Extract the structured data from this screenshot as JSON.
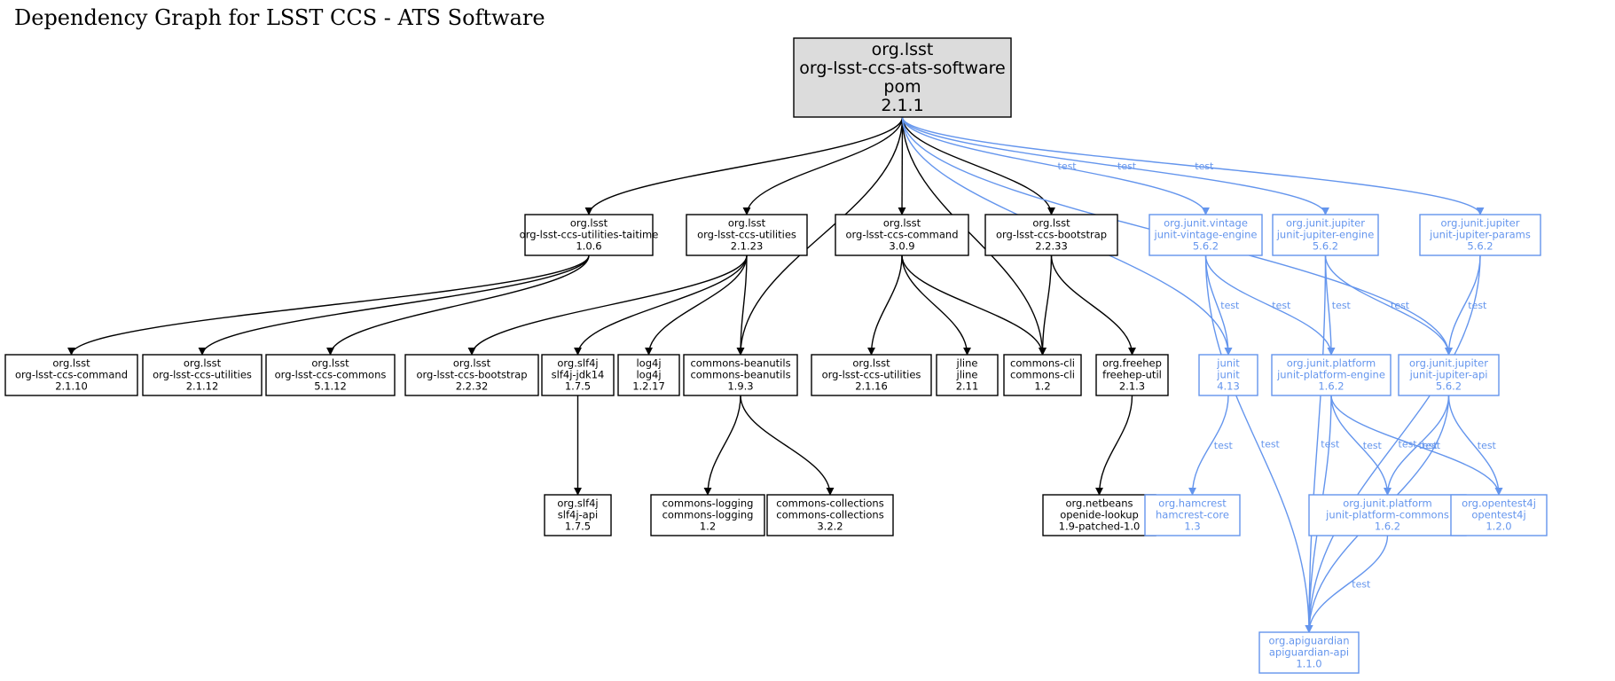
{
  "title": "Dependency Graph for LSST CCS - ATS Software",
  "colors": {
    "compile": "#000000",
    "test": "#6495ed",
    "root_fill": "#dcdcdc"
  },
  "nodes": [
    {
      "id": "root",
      "lines": [
        "org.lsst",
        "org-lsst-ccs-ats-software",
        "pom",
        "2.1.1"
      ],
      "scope": "root"
    },
    {
      "id": "util-taitime",
      "lines": [
        "org.lsst",
        "org-lsst-ccs-utilities-taitime",
        "1.0.6"
      ],
      "scope": "compile"
    },
    {
      "id": "util-2123",
      "lines": [
        "org.lsst",
        "org-lsst-ccs-utilities",
        "2.1.23"
      ],
      "scope": "compile"
    },
    {
      "id": "command-309",
      "lines": [
        "org.lsst",
        "org-lsst-ccs-command",
        "3.0.9"
      ],
      "scope": "compile"
    },
    {
      "id": "bootstrap-2233",
      "lines": [
        "org.lsst",
        "org-lsst-ccs-bootstrap",
        "2.2.33"
      ],
      "scope": "compile"
    },
    {
      "id": "vintage-engine",
      "lines": [
        "org.junit.vintage",
        "junit-vintage-engine",
        "5.6.2"
      ],
      "scope": "test"
    },
    {
      "id": "jupiter-engine",
      "lines": [
        "org.junit.jupiter",
        "junit-jupiter-engine",
        "5.6.2"
      ],
      "scope": "test"
    },
    {
      "id": "jupiter-params",
      "lines": [
        "org.junit.jupiter",
        "junit-jupiter-params",
        "5.6.2"
      ],
      "scope": "test"
    },
    {
      "id": "command-2110",
      "lines": [
        "org.lsst",
        "org-lsst-ccs-command",
        "2.1.10"
      ],
      "scope": "compile"
    },
    {
      "id": "util-2112",
      "lines": [
        "org.lsst",
        "org-lsst-ccs-utilities",
        "2.1.12"
      ],
      "scope": "compile"
    },
    {
      "id": "commons-5112",
      "lines": [
        "org.lsst",
        "org-lsst-ccs-commons",
        "5.1.12"
      ],
      "scope": "compile"
    },
    {
      "id": "bootstrap-2232",
      "lines": [
        "org.lsst",
        "org-lsst-ccs-bootstrap",
        "2.2.32"
      ],
      "scope": "compile"
    },
    {
      "id": "slf4j-jdk14",
      "lines": [
        "org.slf4j",
        "slf4j-jdk14",
        "1.7.5"
      ],
      "scope": "compile"
    },
    {
      "id": "log4j",
      "lines": [
        "log4j",
        "log4j",
        "1.2.17"
      ],
      "scope": "compile"
    },
    {
      "id": "beanutils",
      "lines": [
        "commons-beanutils",
        "commons-beanutils",
        "1.9.3"
      ],
      "scope": "compile"
    },
    {
      "id": "util-2116",
      "lines": [
        "org.lsst",
        "org-lsst-ccs-utilities",
        "2.1.16"
      ],
      "scope": "compile"
    },
    {
      "id": "jline",
      "lines": [
        "jline",
        "jline",
        "2.11"
      ],
      "scope": "compile"
    },
    {
      "id": "commons-cli",
      "lines": [
        "commons-cli",
        "commons-cli",
        "1.2"
      ],
      "scope": "compile"
    },
    {
      "id": "freehep-util",
      "lines": [
        "org.freehep",
        "freehep-util",
        "2.1.3"
      ],
      "scope": "compile"
    },
    {
      "id": "junit",
      "lines": [
        "junit",
        "junit",
        "4.13"
      ],
      "scope": "test"
    },
    {
      "id": "platform-engine",
      "lines": [
        "org.junit.platform",
        "junit-platform-engine",
        "1.6.2"
      ],
      "scope": "test"
    },
    {
      "id": "jupiter-api",
      "lines": [
        "org.junit.jupiter",
        "junit-jupiter-api",
        "5.6.2"
      ],
      "scope": "test"
    },
    {
      "id": "slf4j-api",
      "lines": [
        "org.slf4j",
        "slf4j-api",
        "1.7.5"
      ],
      "scope": "compile"
    },
    {
      "id": "commons-logging",
      "lines": [
        "commons-logging",
        "commons-logging",
        "1.2"
      ],
      "scope": "compile"
    },
    {
      "id": "commons-collections",
      "lines": [
        "commons-collections",
        "commons-collections",
        "3.2.2"
      ],
      "scope": "compile"
    },
    {
      "id": "openide-lookup",
      "lines": [
        "org.netbeans",
        "openide-lookup",
        "1.9-patched-1.0"
      ],
      "scope": "compile"
    },
    {
      "id": "hamcrest",
      "lines": [
        "org.hamcrest",
        "hamcrest-core",
        "1.3"
      ],
      "scope": "test"
    },
    {
      "id": "platform-commons",
      "lines": [
        "org.junit.platform",
        "junit-platform-commons",
        "1.6.2"
      ],
      "scope": "test"
    },
    {
      "id": "opentest4j",
      "lines": [
        "org.opentest4j",
        "opentest4j",
        "1.2.0"
      ],
      "scope": "test"
    },
    {
      "id": "apiguardian",
      "lines": [
        "org.apiguardian",
        "apiguardian-api",
        "1.1.0"
      ],
      "scope": "test"
    }
  ],
  "edges": [
    {
      "from": "root",
      "to": "util-taitime",
      "scope": "compile",
      "label": ""
    },
    {
      "from": "root",
      "to": "util-2123",
      "scope": "compile",
      "label": ""
    },
    {
      "from": "root",
      "to": "beanutils",
      "scope": "compile",
      "label": ""
    },
    {
      "from": "root",
      "to": "command-309",
      "scope": "compile",
      "label": ""
    },
    {
      "from": "root",
      "to": "commons-cli",
      "scope": "compile",
      "label": ""
    },
    {
      "from": "root",
      "to": "bootstrap-2233",
      "scope": "compile",
      "label": ""
    },
    {
      "from": "root",
      "to": "junit",
      "scope": "test",
      "label": "test"
    },
    {
      "from": "root",
      "to": "vintage-engine",
      "scope": "test",
      "label": "test"
    },
    {
      "from": "root",
      "to": "jupiter-engine",
      "scope": "test",
      "label": "test"
    },
    {
      "from": "root",
      "to": "jupiter-api",
      "scope": "test",
      "label": "test"
    },
    {
      "from": "root",
      "to": "jupiter-params",
      "scope": "test",
      "label": "test"
    },
    {
      "from": "util-taitime",
      "to": "command-2110",
      "scope": "compile",
      "label": ""
    },
    {
      "from": "util-taitime",
      "to": "util-2112",
      "scope": "compile",
      "label": ""
    },
    {
      "from": "util-taitime",
      "to": "commons-5112",
      "scope": "compile",
      "label": ""
    },
    {
      "from": "util-2123",
      "to": "bootstrap-2232",
      "scope": "compile",
      "label": ""
    },
    {
      "from": "util-2123",
      "to": "slf4j-jdk14",
      "scope": "compile",
      "label": ""
    },
    {
      "from": "util-2123",
      "to": "log4j",
      "scope": "compile",
      "label": ""
    },
    {
      "from": "util-2123",
      "to": "beanutils",
      "scope": "compile",
      "label": ""
    },
    {
      "from": "command-309",
      "to": "util-2116",
      "scope": "compile",
      "label": ""
    },
    {
      "from": "command-309",
      "to": "jline",
      "scope": "compile",
      "label": ""
    },
    {
      "from": "command-309",
      "to": "commons-cli",
      "scope": "compile",
      "label": ""
    },
    {
      "from": "bootstrap-2233",
      "to": "commons-cli",
      "scope": "compile",
      "label": ""
    },
    {
      "from": "bootstrap-2233",
      "to": "freehep-util",
      "scope": "compile",
      "label": ""
    },
    {
      "from": "slf4j-jdk14",
      "to": "slf4j-api",
      "scope": "compile",
      "label": ""
    },
    {
      "from": "beanutils",
      "to": "commons-logging",
      "scope": "compile",
      "label": ""
    },
    {
      "from": "beanutils",
      "to": "commons-collections",
      "scope": "compile",
      "label": ""
    },
    {
      "from": "freehep-util",
      "to": "openide-lookup",
      "scope": "compile",
      "label": ""
    },
    {
      "from": "vintage-engine",
      "to": "junit",
      "scope": "test",
      "label": "test"
    },
    {
      "from": "vintage-engine",
      "to": "platform-engine",
      "scope": "test",
      "label": "test"
    },
    {
      "from": "vintage-engine",
      "to": "apiguardian",
      "scope": "test",
      "label": "test"
    },
    {
      "from": "jupiter-engine",
      "to": "platform-engine",
      "scope": "test",
      "label": "test"
    },
    {
      "from": "jupiter-engine",
      "to": "jupiter-api",
      "scope": "test",
      "label": "test"
    },
    {
      "from": "jupiter-engine",
      "to": "apiguardian",
      "scope": "test",
      "label": "test"
    },
    {
      "from": "jupiter-params",
      "to": "jupiter-api",
      "scope": "test",
      "label": "test"
    },
    {
      "from": "jupiter-params",
      "to": "apiguardian",
      "scope": "test",
      "label": "test"
    },
    {
      "from": "junit",
      "to": "hamcrest",
      "scope": "test",
      "label": "test"
    },
    {
      "from": "platform-engine",
      "to": "platform-commons",
      "scope": "test",
      "label": "test"
    },
    {
      "from": "platform-engine",
      "to": "opentest4j",
      "scope": "test",
      "label": "test"
    },
    {
      "from": "platform-engine",
      "to": "apiguardian",
      "scope": "test",
      "label": "test"
    },
    {
      "from": "jupiter-api",
      "to": "platform-commons",
      "scope": "test",
      "label": "test"
    },
    {
      "from": "jupiter-api",
      "to": "opentest4j",
      "scope": "test",
      "label": "test"
    },
    {
      "from": "jupiter-api",
      "to": "apiguardian",
      "scope": "test",
      "label": "test"
    },
    {
      "from": "platform-commons",
      "to": "apiguardian",
      "scope": "test",
      "label": "test"
    }
  ]
}
